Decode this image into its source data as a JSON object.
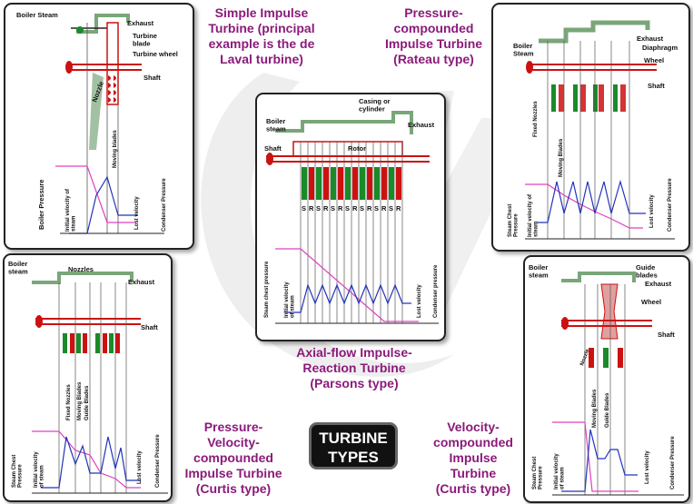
{
  "titles": {
    "simple": "Simple Impulse\nTurbine (principal\nexample is the de\nLaval turbine)",
    "rateau": "Pressure-\ncompounded\nImpulse Turbine\n(Rateau type)",
    "parsons": "Axial-flow Impulse-\nReaction Turbine\n(Parsons type)",
    "pv_curtis": "Pressure-\nVelocity-\ncompounded\nImpulse Turbine\n(Curtis type)",
    "v_curtis": "Velocity-\ncompounded\nImpulse\nTurbine\n(Curtis type)",
    "badge": "TURBINE\nTYPES"
  },
  "simple_panel": {
    "boiler_steam": "Boiler Steam",
    "exhaust": "Exhaust",
    "turbine_blade": "Turbine\nblade",
    "turbine_wheel": "Turbine wheel",
    "shaft": "Shaft",
    "nozzle": "Nozzle",
    "moving_blades": "Moving blades",
    "boiler_pressure": "Boiler Pressure",
    "initial_velocity": "Initial velocity of\nsteam",
    "lost_velocity": "Lost velocity",
    "condenser_pressure": "Condenser Pressure"
  },
  "rateau_panel": {
    "boiler_steam": "Boiler\nSteam",
    "exhaust": "Exhaust",
    "diaphragm": "Diaphragm",
    "wheel": "Wheel",
    "shaft": "Shaft",
    "fixed_nozzles": "Fixed Nozzles",
    "moving_blades": "Moving Blades",
    "steam_chest_pressure": "Steam Chest\nPressure",
    "initial_velocity": "Initial velocity of\nsteam",
    "lost_velocity": "Lost velocity",
    "condenser_pressure": "Condenser Pressure"
  },
  "parsons_panel": {
    "casing": "Casing or\ncylinder",
    "boiler_steam": "Boiler\nsteam",
    "exhaust": "Exhaust",
    "shaft": "Shaft",
    "rotor": "Rotor",
    "blade_codes": [
      "S",
      "R",
      "S",
      "R",
      "S",
      "R",
      "S",
      "R",
      "S",
      "R",
      "S",
      "R",
      "S",
      "R"
    ],
    "steam_chest_pressure": "Steam chest pressure",
    "initial_velocity": "Initial velocity\nof steam",
    "lost_velocity": "Lost velocity",
    "condenser_pressure": "Condenser pressure"
  },
  "pv_panel": {
    "boiler_steam": "Boiler\nsteam",
    "nozzles": "Nozzles",
    "exhaust": "Exhaust",
    "shaft": "Shaft",
    "fixed_nozzles": "Fixed Nozzles",
    "moving_blades": "Moving Blades",
    "guide_blades": "Guide Blades",
    "steam_chest_pressure": "Steam Chest\nPressure",
    "initial_velocity": "Initial velocity\nof steam",
    "lost_velocity": "Lost velocity",
    "condenser_pressure": "Condenser Pressure"
  },
  "vc_panel": {
    "boiler_steam": "Boiler\nsteam",
    "guide_blades_top": "Guide\nblades",
    "exhaust": "Exhaust",
    "wheel": "Wheel",
    "shaft": "Shaft",
    "nozzle": "Nozzle",
    "moving_blades": "Moving Blades",
    "guide_blades": "Guide Blades",
    "steam_chest_pressure": "Steam Chest\nPressure",
    "initial_velocity": "Initial velocity\nof steam",
    "lost_velocity": "Lost velocity",
    "condenser_pressure": "Condenser Pressure"
  },
  "colors": {
    "title": "#8b1a7a",
    "casing": "#7aa67a",
    "red": "#cc1111",
    "green": "#1a8a2a",
    "blue": "#2233bb",
    "magenta": "#e040c0"
  }
}
